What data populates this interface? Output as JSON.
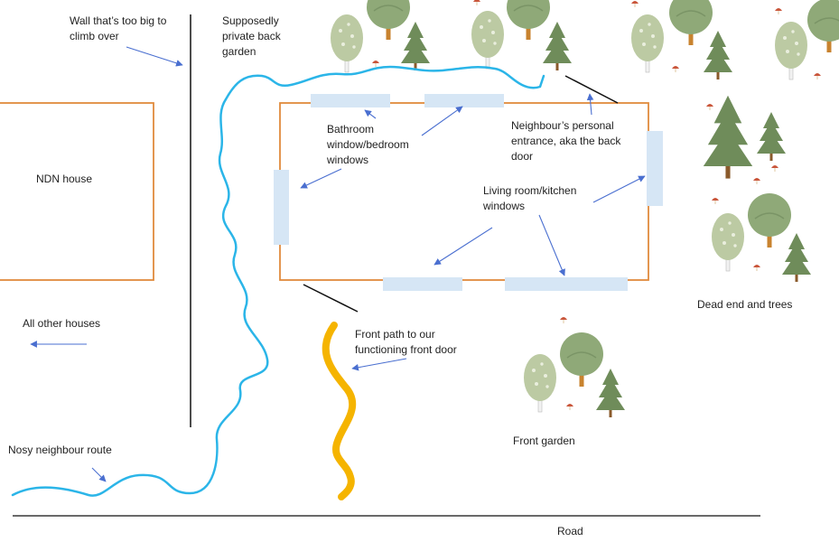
{
  "labels": {
    "wall": "Wall that’s too big to\nclimb over",
    "private_garden": "Supposedly\nprivate back\ngarden",
    "ndn_house": "NDN house",
    "bathroom_windows": "Bathroom\nwindow/bedroom\nwindows",
    "back_door": "Neighbour’s personal\nentrance, aka the back\ndoor",
    "living_windows": "Living room/kitchen\nwindows",
    "dead_end": "Dead end and trees",
    "other_houses": "All other houses",
    "front_path": "Front path to our\nfunctioning front door",
    "front_garden": "Front garden",
    "nosy_route": "Nosy neighbour route",
    "road": "Road"
  },
  "colors": {
    "house_outline": "#e08a3c",
    "window_fill": "#d6e6f5",
    "arrow": "#4a6fd0",
    "nosy_route": "#2bb5e8",
    "front_path": "#f5b400",
    "lines": "#111111",
    "tree_round": "#8fa978",
    "tree_pale": "#bccaa3",
    "tree_conifer": "#6f8c5a",
    "trunk": "#c8832f",
    "mushroom": "#c9553a"
  },
  "icons": {
    "tree": "tree-icon",
    "conifer": "conifer-icon",
    "mushroom": "mushroom-icon",
    "arrow": "arrow-icon"
  }
}
